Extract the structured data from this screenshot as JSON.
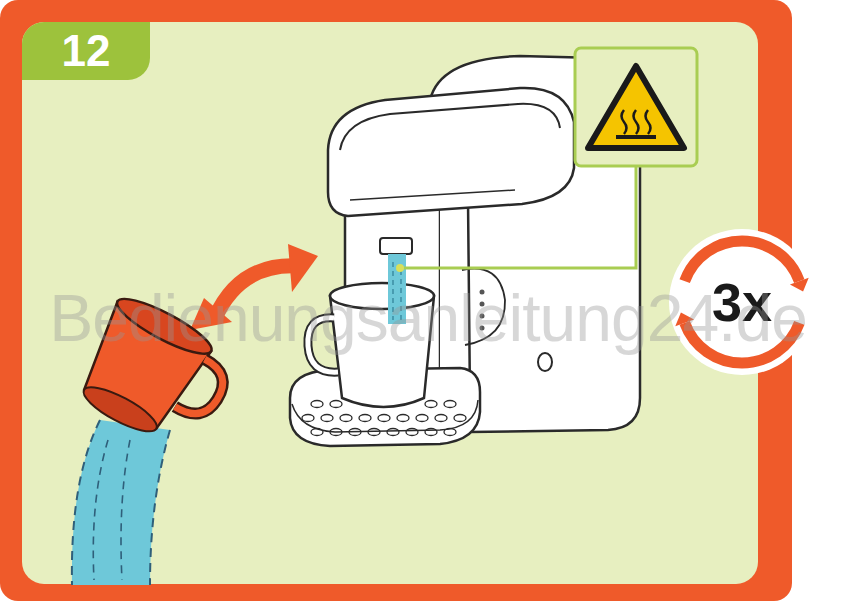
{
  "diagram": {
    "nodes": [
      {
        "text": [
          "12"
        ]
      },
      {
        "text": [
          "3x"
        ]
      }
    ],
    "labels": [
      "Bedienungsanleitung24.de"
    ]
  }
}
